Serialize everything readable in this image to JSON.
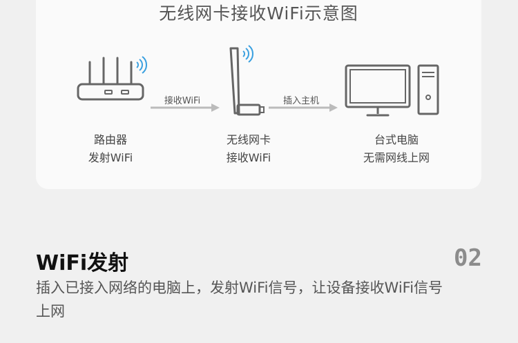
{
  "diagram": {
    "title": "无线网卡接收WiFi示意图",
    "router": {
      "line1": "路由器",
      "line2": "发射WiFi"
    },
    "adapter": {
      "line1": "无线网卡",
      "line2": "接收WiFi"
    },
    "desktop": {
      "line1": "台式电脑",
      "line2": "无需网线上网"
    },
    "arrow1": "接收WiFi",
    "arrow2": "插入主机"
  },
  "section": {
    "title": "WiFi发射",
    "number": "02",
    "description": "插入已接入网络的电脑上，发射WiFi信号，让设备接收WiFi信号上网"
  },
  "colors": {
    "icon_stroke": "#666666",
    "arrow": "#bbbbbb",
    "card_bg": "#fafafa",
    "page_bg": "#f0f0f0"
  }
}
